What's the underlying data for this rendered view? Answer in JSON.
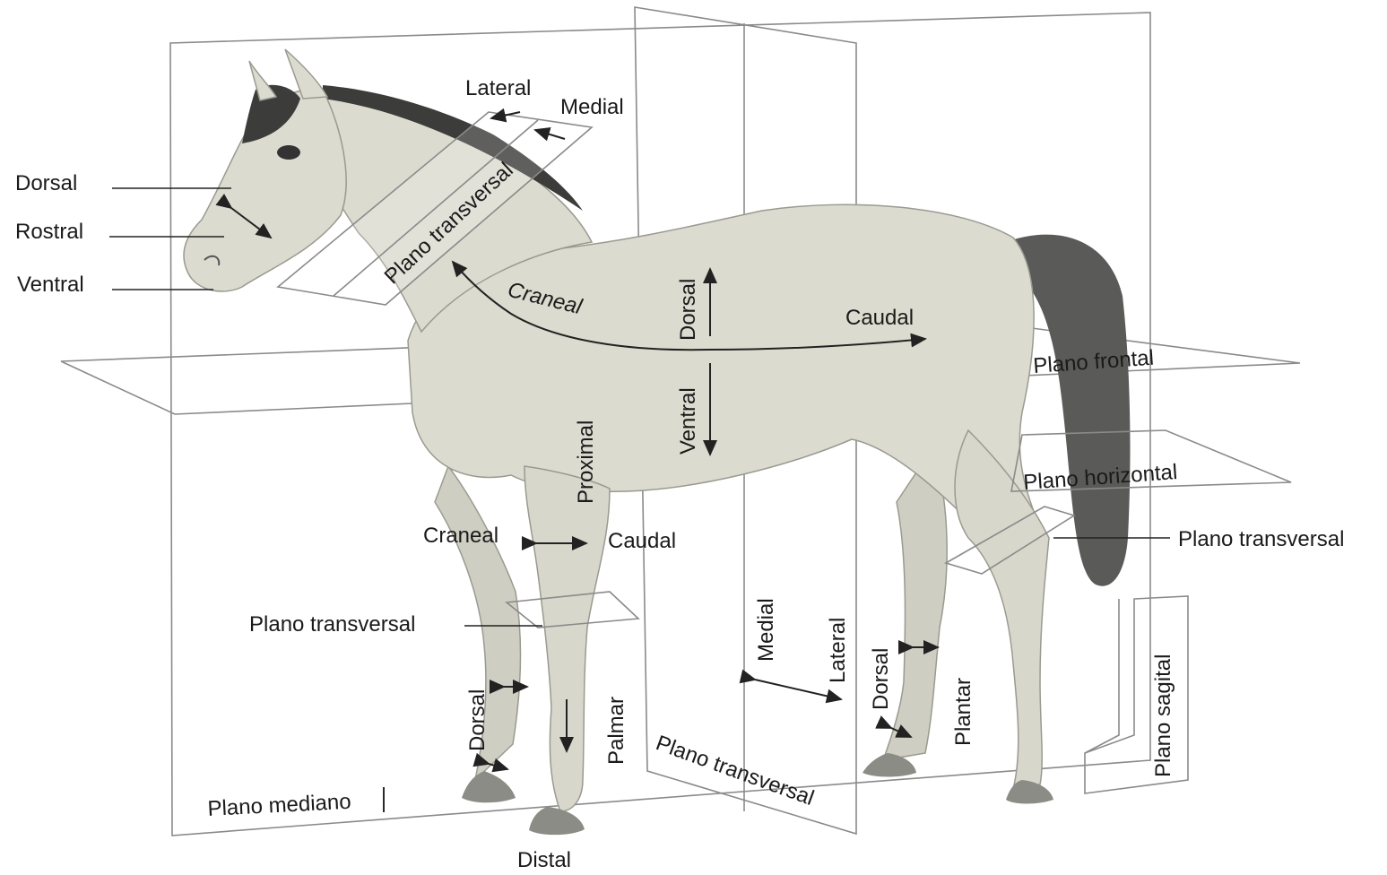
{
  "labels": {
    "lateral_top": "Lateral",
    "medial_top": "Medial",
    "dorsal_head": "Dorsal",
    "rostral": "Rostral",
    "ventral_head": "Ventral",
    "plano_transversal_neck": "Plano transversal",
    "craneal_body": "Craneal",
    "dorsal_body": "Dorsal",
    "caudal_body": "Caudal",
    "plano_frontal": "Plano frontal",
    "ventral_body": "Ventral",
    "proximal": "Proximal",
    "plano_horizontal": "Plano horizontal",
    "craneal_leg": "Craneal",
    "caudal_leg": "Caudal",
    "plano_transversal_right": "Plano transversal",
    "plano_transversal_left": "Plano transversal",
    "medial_mid": "Medial",
    "lateral_mid": "Lateral",
    "dorsal_foreleg": "Dorsal",
    "palmar": "Palmar",
    "dorsal_hindleg": "Dorsal",
    "plantar": "Plantar",
    "plano_sagital": "Plano sagital",
    "plano_transversal_bottom": "Plano transversal",
    "plano_mediano": "Plano mediano",
    "distal": "Distal"
  },
  "colors": {
    "horse_body": "#dcdbd0",
    "horse_shade": "#c9c8bb",
    "mane": "#3a3a3a",
    "tail": "#555555",
    "hoof": "#8c8c86",
    "plane_line": "#8a8a8a",
    "text": "#1a1a1a"
  }
}
